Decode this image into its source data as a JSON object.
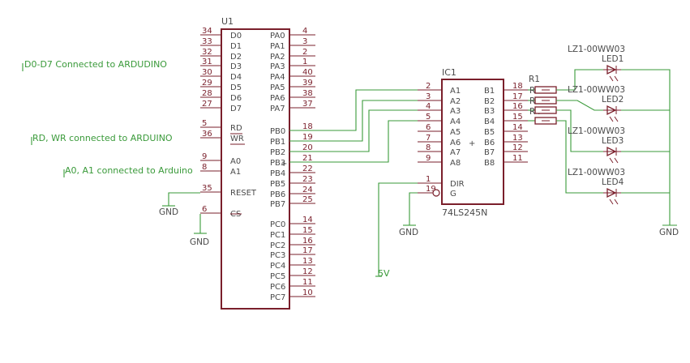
{
  "notes": {
    "data_bus": "D0-D7 Connected to ARDUDINO",
    "rd_wr": "RD, WR connected to ARDUINO",
    "address": "A0, A1 connected to Arduino"
  },
  "u1": {
    "name": "U1",
    "left_pins": [
      {
        "num": "34",
        "name": "D0"
      },
      {
        "num": "33",
        "name": "D1"
      },
      {
        "num": "32",
        "name": "D2"
      },
      {
        "num": "31",
        "name": "D3"
      },
      {
        "num": "30",
        "name": "D4"
      },
      {
        "num": "29",
        "name": "D5"
      },
      {
        "num": "28",
        "name": "D6"
      },
      {
        "num": "27",
        "name": "D7"
      },
      {
        "num": "5",
        "name": "RD"
      },
      {
        "num": "36",
        "name": "WR"
      },
      {
        "num": "9",
        "name": "A0"
      },
      {
        "num": "8",
        "name": "A1"
      },
      {
        "num": "35",
        "name": "RESET"
      },
      {
        "num": "6",
        "name": "CS"
      }
    ],
    "right_pins": [
      {
        "num": "4",
        "name": "PA0"
      },
      {
        "num": "3",
        "name": "PA1"
      },
      {
        "num": "2",
        "name": "PA2"
      },
      {
        "num": "1",
        "name": "PA3"
      },
      {
        "num": "40",
        "name": "PA4"
      },
      {
        "num": "39",
        "name": "PA5"
      },
      {
        "num": "38",
        "name": "PA6"
      },
      {
        "num": "37",
        "name": "PA7"
      },
      {
        "num": "18",
        "name": "PB0"
      },
      {
        "num": "19",
        "name": "PB1"
      },
      {
        "num": "20",
        "name": "PB2"
      },
      {
        "num": "21",
        "name": "PB3"
      },
      {
        "num": "22",
        "name": "PB4"
      },
      {
        "num": "23",
        "name": "PB5"
      },
      {
        "num": "24",
        "name": "PB6"
      },
      {
        "num": "25",
        "name": "PB7"
      },
      {
        "num": "14",
        "name": "PC0"
      },
      {
        "num": "15",
        "name": "PC1"
      },
      {
        "num": "16",
        "name": "PC2"
      },
      {
        "num": "17",
        "name": "PC3"
      },
      {
        "num": "13",
        "name": "PC4"
      },
      {
        "num": "12",
        "name": "PC5"
      },
      {
        "num": "11",
        "name": "PC6"
      },
      {
        "num": "10",
        "name": "PC7"
      }
    ]
  },
  "ic1": {
    "name": "IC1",
    "part": "74LS245N",
    "left_pins": [
      {
        "num": "2",
        "name": "A1"
      },
      {
        "num": "3",
        "name": "A2"
      },
      {
        "num": "4",
        "name": "A3"
      },
      {
        "num": "5",
        "name": "A4"
      },
      {
        "num": "6",
        "name": "A5"
      },
      {
        "num": "7",
        "name": "A6"
      },
      {
        "num": "8",
        "name": "A7"
      },
      {
        "num": "9",
        "name": "A8"
      },
      {
        "num": "1",
        "name": "DIR"
      },
      {
        "num": "19",
        "name": "G"
      }
    ],
    "right_pins": [
      {
        "num": "18",
        "name": "B1"
      },
      {
        "num": "17",
        "name": "B2"
      },
      {
        "num": "16",
        "name": "B3"
      },
      {
        "num": "15",
        "name": "B4"
      },
      {
        "num": "14",
        "name": "B5"
      },
      {
        "num": "13",
        "name": "B6"
      },
      {
        "num": "12",
        "name": "B7"
      },
      {
        "num": "11",
        "name": "B8"
      }
    ]
  },
  "resistors": [
    "R1",
    "R2",
    "R3",
    "R4"
  ],
  "leds": [
    {
      "part": "LZ1-00WW03",
      "name": "LED1"
    },
    {
      "part": "LZ1-00WW03",
      "name": "LED2"
    },
    {
      "part": "LZ1-00WW03",
      "name": "LED3"
    },
    {
      "part": "LZ1-00WW03",
      "name": "LED4"
    }
  ],
  "supplies": {
    "gnd": "GND",
    "vcc": "5V"
  }
}
